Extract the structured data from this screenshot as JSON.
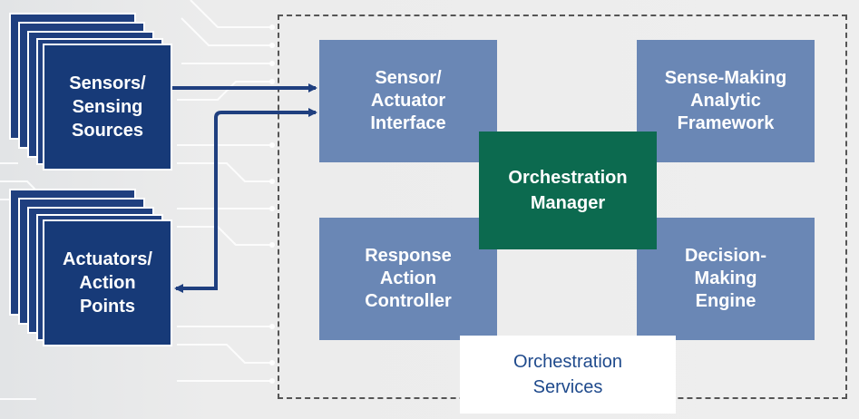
{
  "sources": {
    "sensors": "Sensors/\nSensing\nSources",
    "actuators": "Actuators/\nAction\nPoints"
  },
  "services": {
    "sensor_interface": "Sensor/\nActuator\nInterface",
    "sense_making": "Sense-Making\nAnalytic\nFramework",
    "orchestration_manager": "Orchestration\nManager",
    "response_controller": "Response\nAction\nController",
    "decision_engine": "Decision-\nMaking\nEngine",
    "orchestration_services": "Orchestration\nServices"
  },
  "colors": {
    "navy": "#173a78",
    "light_blue": "#6a87b5",
    "green": "#0c6a4f",
    "arrow": "#1f3f7f"
  },
  "icons": [
    "circuit-board-background",
    "arrow-right",
    "arrow-left"
  ]
}
